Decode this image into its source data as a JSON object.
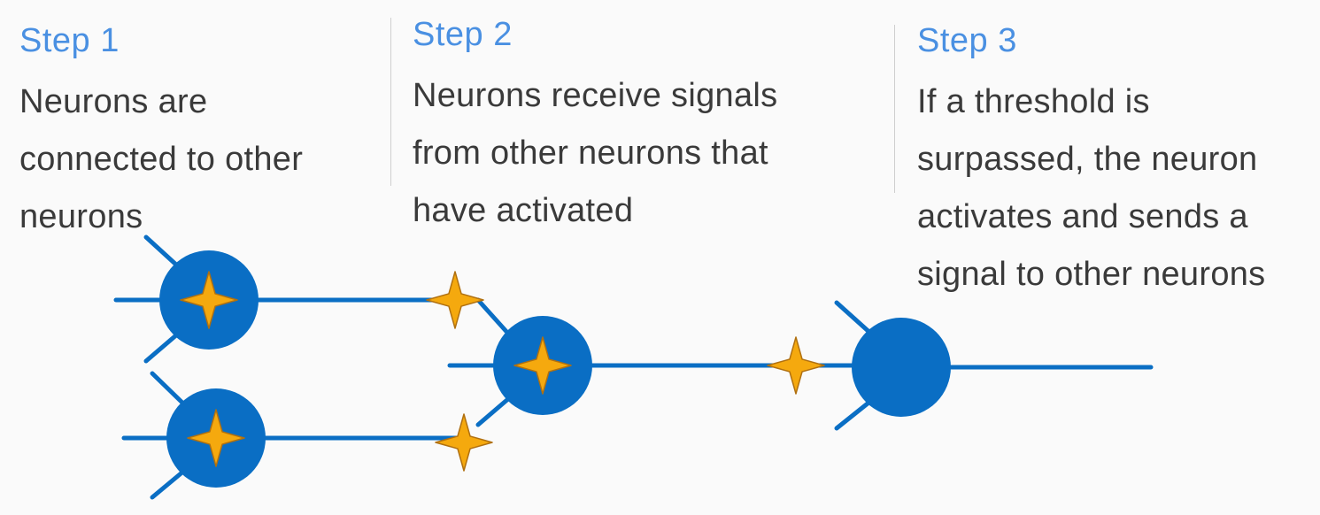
{
  "colors": {
    "title": "#4a90e2",
    "body_text": "#3a3a3a",
    "neuron": "#0a6ec4",
    "spark_fill": "#f5a90e",
    "spark_stroke": "#b07010",
    "divider": "#cfcfcf"
  },
  "steps": [
    {
      "title": "Step 1",
      "lines": [
        "Neurons are",
        "connected to other",
        "neurons"
      ]
    },
    {
      "title": "Step 2",
      "lines": [
        "Neurons receive signals",
        "from other neurons that",
        "have activated"
      ]
    },
    {
      "title": "Step 3",
      "lines": [
        "If a threshold is",
        "surpassed, the neuron",
        "activates and sends a",
        "signal to other neurons"
      ]
    }
  ],
  "network": {
    "neurons": [
      {
        "id": "neuron-a",
        "activated": true
      },
      {
        "id": "neuron-b",
        "activated": true
      },
      {
        "id": "neuron-c",
        "activated": true
      },
      {
        "id": "neuron-d",
        "activated": false
      }
    ],
    "signals": [
      {
        "id": "signal-a-to-c",
        "from": "neuron-a",
        "to": "neuron-c"
      },
      {
        "id": "signal-b-to-c",
        "from": "neuron-b",
        "to": "neuron-c"
      },
      {
        "id": "signal-c-to-d",
        "from": "neuron-c",
        "to": "neuron-d"
      }
    ],
    "icon": "four-point-star-icon"
  }
}
